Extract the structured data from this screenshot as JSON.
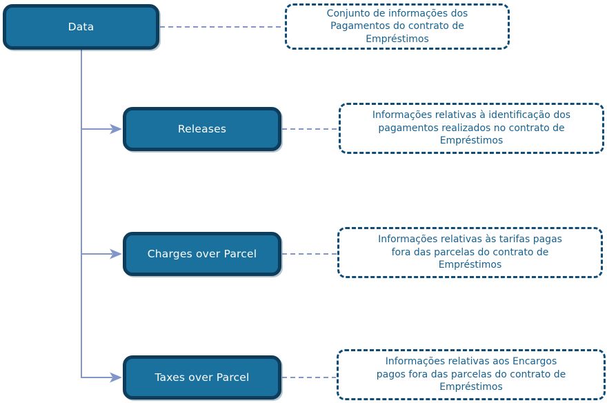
{
  "diagram": {
    "nodes": [
      {
        "id": "data",
        "label": "Data",
        "description_lines": [
          "Conjunto de informações dos",
          "Pagamentos do contrato de",
          "Empréstimos"
        ]
      },
      {
        "id": "releases",
        "label": "Releases",
        "description_lines": [
          "Informações relativas à identificação dos",
          "pagamentos realizados no contrato de",
          "Empréstimos"
        ]
      },
      {
        "id": "charges-over-parcel",
        "label": "Charges over Parcel",
        "description_lines": [
          "Informações relativas às tarifas pagas",
          "fora das parcelas do contrato de",
          "Empréstimos"
        ]
      },
      {
        "id": "taxes-over-parcel",
        "label": "Taxes over Parcel",
        "description_lines": [
          "Informações relativas aos Encargos",
          "pagos fora das parcelas do contrato de",
          "Empréstimos"
        ]
      }
    ],
    "colors": {
      "node_fill": "#1A719E",
      "node_border": "#0E3D5C",
      "node_text": "#FFFFFF",
      "annotation_border": "#0E4D7A",
      "annotation_text": "#17618F",
      "connector": "#8096C8"
    }
  }
}
